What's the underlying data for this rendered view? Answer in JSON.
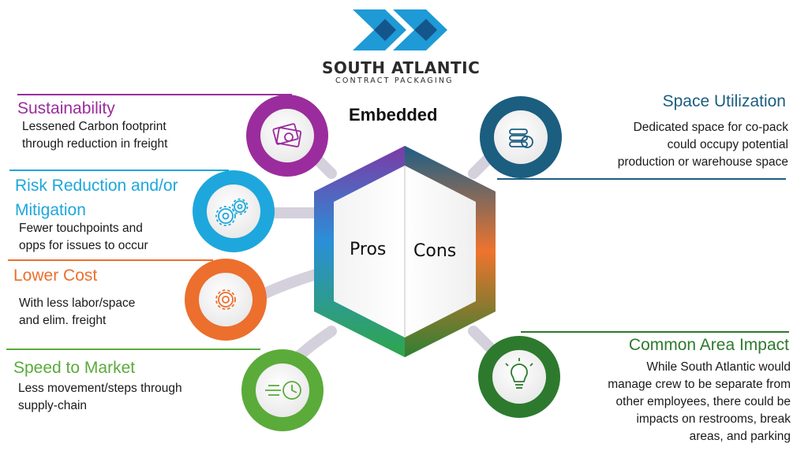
{
  "logo": {
    "line1": "SOUTH ATLANTIC",
    "line2": "CONTRACT PACKAGING"
  },
  "center": {
    "top_label": "Embedded",
    "left_label": "Pros",
    "right_label": "Cons"
  },
  "pros": [
    {
      "title": "Sustainability",
      "lines": [
        "Lessened Carbon footprint",
        "through reduction in freight"
      ],
      "color": "#9b2c9d",
      "icon": "money-icon"
    },
    {
      "title_lines": [
        "Risk Reduction and/or",
        "Mitigation"
      ],
      "lines": [
        "Fewer touchpoints and",
        "opps for issues to occur"
      ],
      "color": "#1ea7dc",
      "icon": "gears-icon"
    },
    {
      "title": "Lower Cost",
      "lines": [
        "With less labor/space",
        "and elim. freight"
      ],
      "color": "#ec6f2d",
      "icon": "gear-icon"
    },
    {
      "title": "Speed to Market",
      "lines": [
        "Less movement/steps through",
        "supply-chain"
      ],
      "color": "#5aab3a",
      "icon": "clock-speed-icon"
    }
  ],
  "cons": [
    {
      "title": "Space Utilization",
      "lines": [
        "Dedicated space for co-pack",
        "could occupy potential",
        "production or warehouse space"
      ],
      "color": "#1b5e80",
      "icon": "coins-icon"
    },
    {
      "title": "Common Area Impact",
      "lines": [
        "While South Atlantic would",
        "manage crew to be separate from",
        "other employees, there could be",
        "impacts on restrooms, break",
        "areas, and parking"
      ],
      "color": "#2d7a2e",
      "icon": "lightbulb-icon"
    }
  ],
  "colors": {
    "logo_blue": "#1e9ad6",
    "logo_dark": "#14558c",
    "connector": "#d4d0dc"
  }
}
